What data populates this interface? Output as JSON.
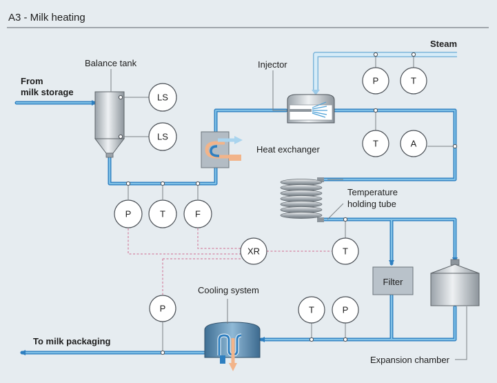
{
  "title": "A3 - Milk heating",
  "labels": {
    "from_milk_storage": [
      "From",
      "milk storage"
    ],
    "to_milk_packaging": "To milk packaging",
    "balance_tank": "Balance tank",
    "heat_exchanger": "Heat exchanger",
    "injector": "Injector",
    "steam": "Steam",
    "temperature_holding_tube": [
      "Temperature",
      "holding tube"
    ],
    "filter": "Filter",
    "expansion_chamber": "Expansion chamber",
    "cooling_system": "Cooling system"
  },
  "instruments": {
    "ls_top": "LS",
    "ls_bottom": "LS",
    "p_balance": "P",
    "t_balance": "T",
    "f_balance": "F",
    "xr": "XR",
    "t_holding": "T",
    "p_steam": "P",
    "t_steam": "T",
    "t_injector": "T",
    "a_injector": "A",
    "p_cooling": "P",
    "t_return": "T",
    "p_return": "P"
  },
  "colors": {
    "pipe": "#2e7fc0",
    "steam_pipe": "#a9d4ee",
    "signal_line": "#d06a8e",
    "hot_medium": "#f2b48a",
    "background": "#e6ecf0"
  }
}
